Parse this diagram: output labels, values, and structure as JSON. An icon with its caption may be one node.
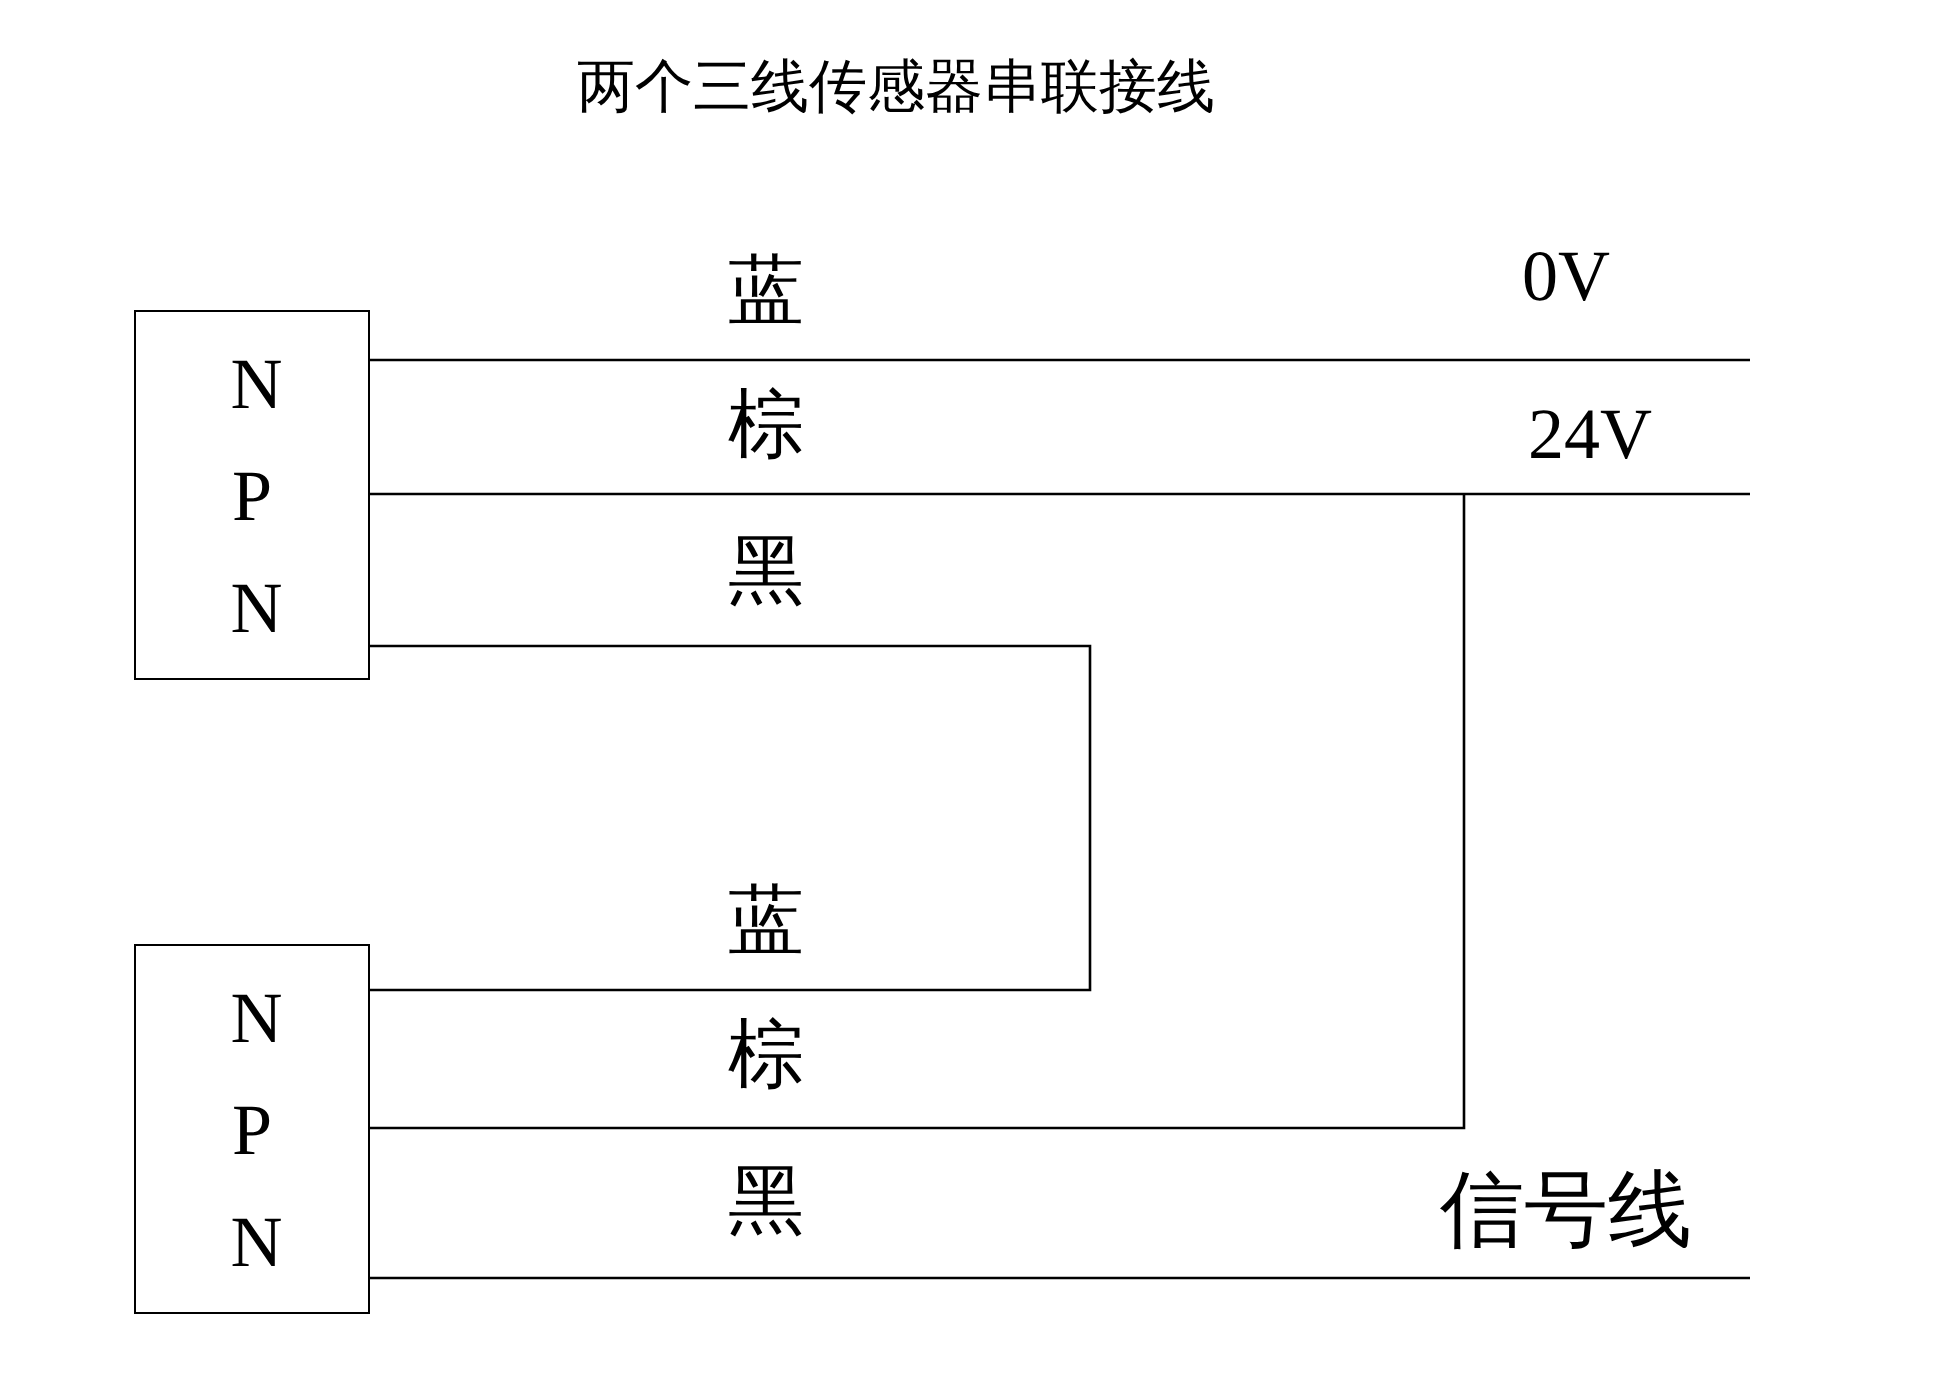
{
  "diagram": {
    "title": "两个三线传感器串联接线",
    "nodes": [
      {
        "text": [
          "NPN"
        ]
      },
      {
        "text": [
          "NPN"
        ]
      }
    ],
    "edges": [
      {
        "from": 0,
        "to": null,
        "arrow": "none",
        "label": "蓝"
      },
      {
        "from": 0,
        "to": null,
        "arrow": "none",
        "label": "棕"
      },
      {
        "from": 0,
        "to": 1,
        "arrow": "none",
        "label": "黑"
      },
      {
        "from": 1,
        "to": null,
        "arrow": "none",
        "label": "棕"
      },
      {
        "from": 1,
        "to": null,
        "arrow": "none",
        "label": "黑"
      }
    ],
    "labels": [
      "0V",
      "24V",
      "蓝",
      "信号线"
    ]
  }
}
